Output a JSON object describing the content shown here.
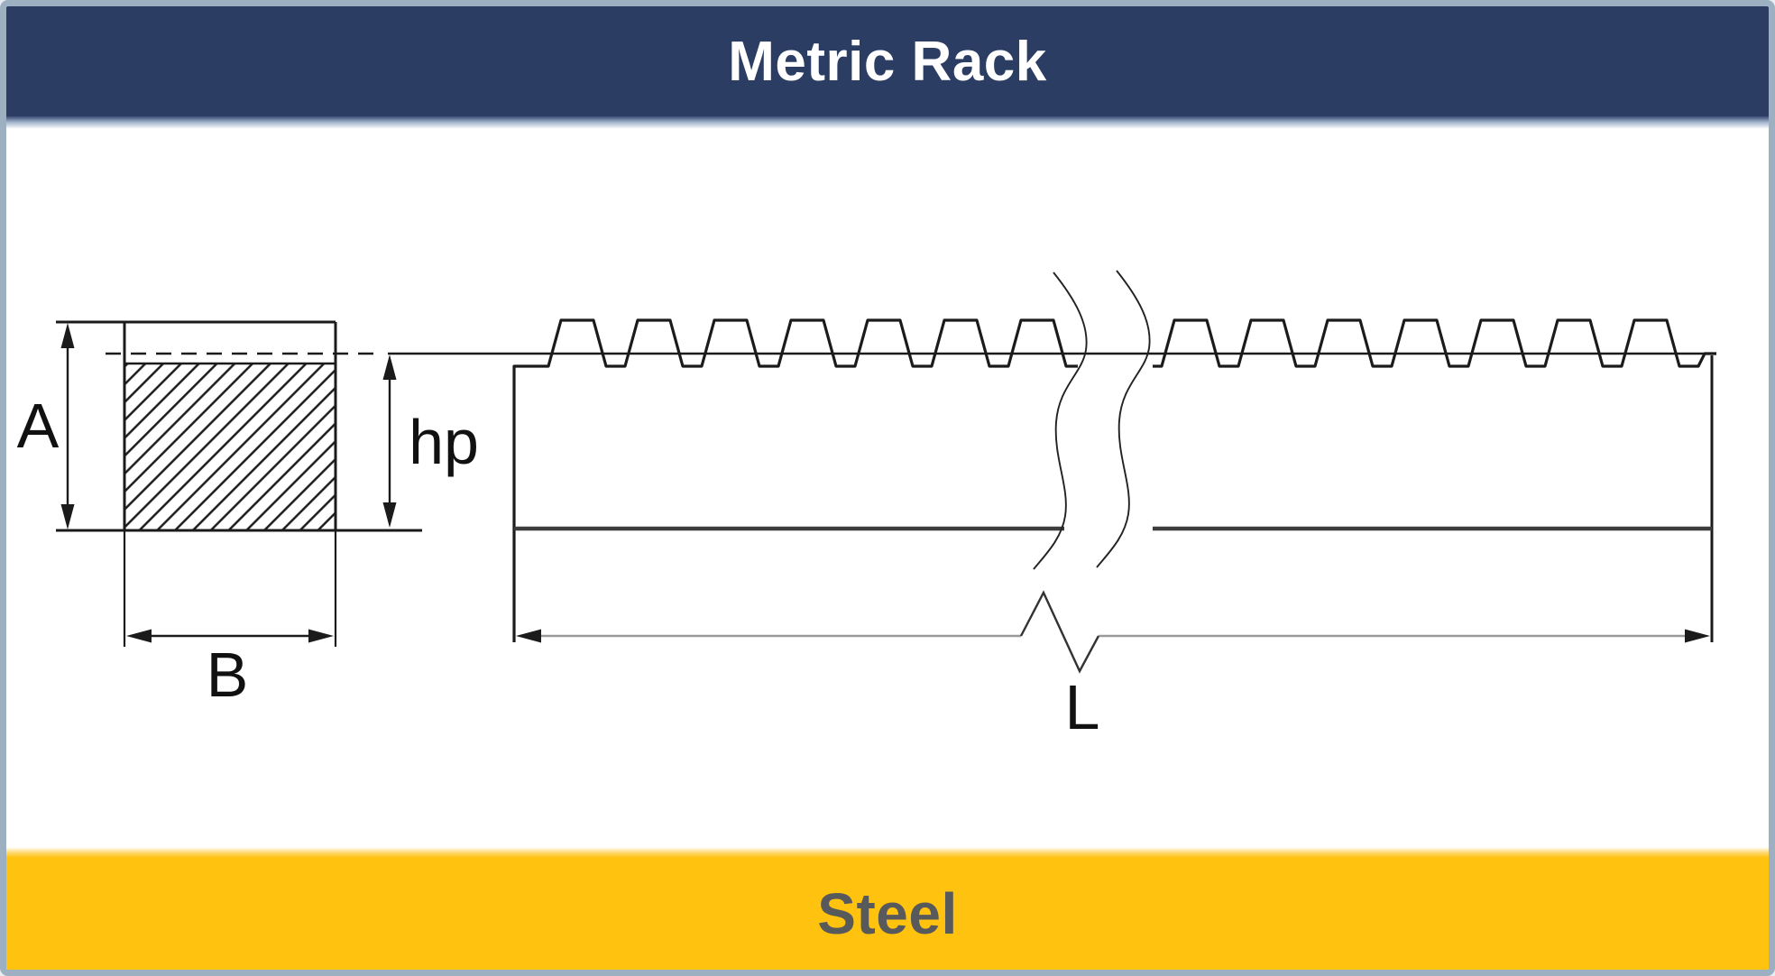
{
  "header": {
    "title": "Metric Rack"
  },
  "diagram": {
    "labels": {
      "overall_height": "A",
      "width": "B",
      "pitch_height": "hp",
      "length": "L"
    }
  },
  "footer": {
    "material": "Steel"
  },
  "colors": {
    "header_bg": "#2b3d63",
    "header_text": "#ffffff",
    "footer_bg": "#ffc20e",
    "footer_text": "#58595b",
    "frame_border": "#9cb0c1",
    "drawing_line": "#1b1b1b"
  }
}
